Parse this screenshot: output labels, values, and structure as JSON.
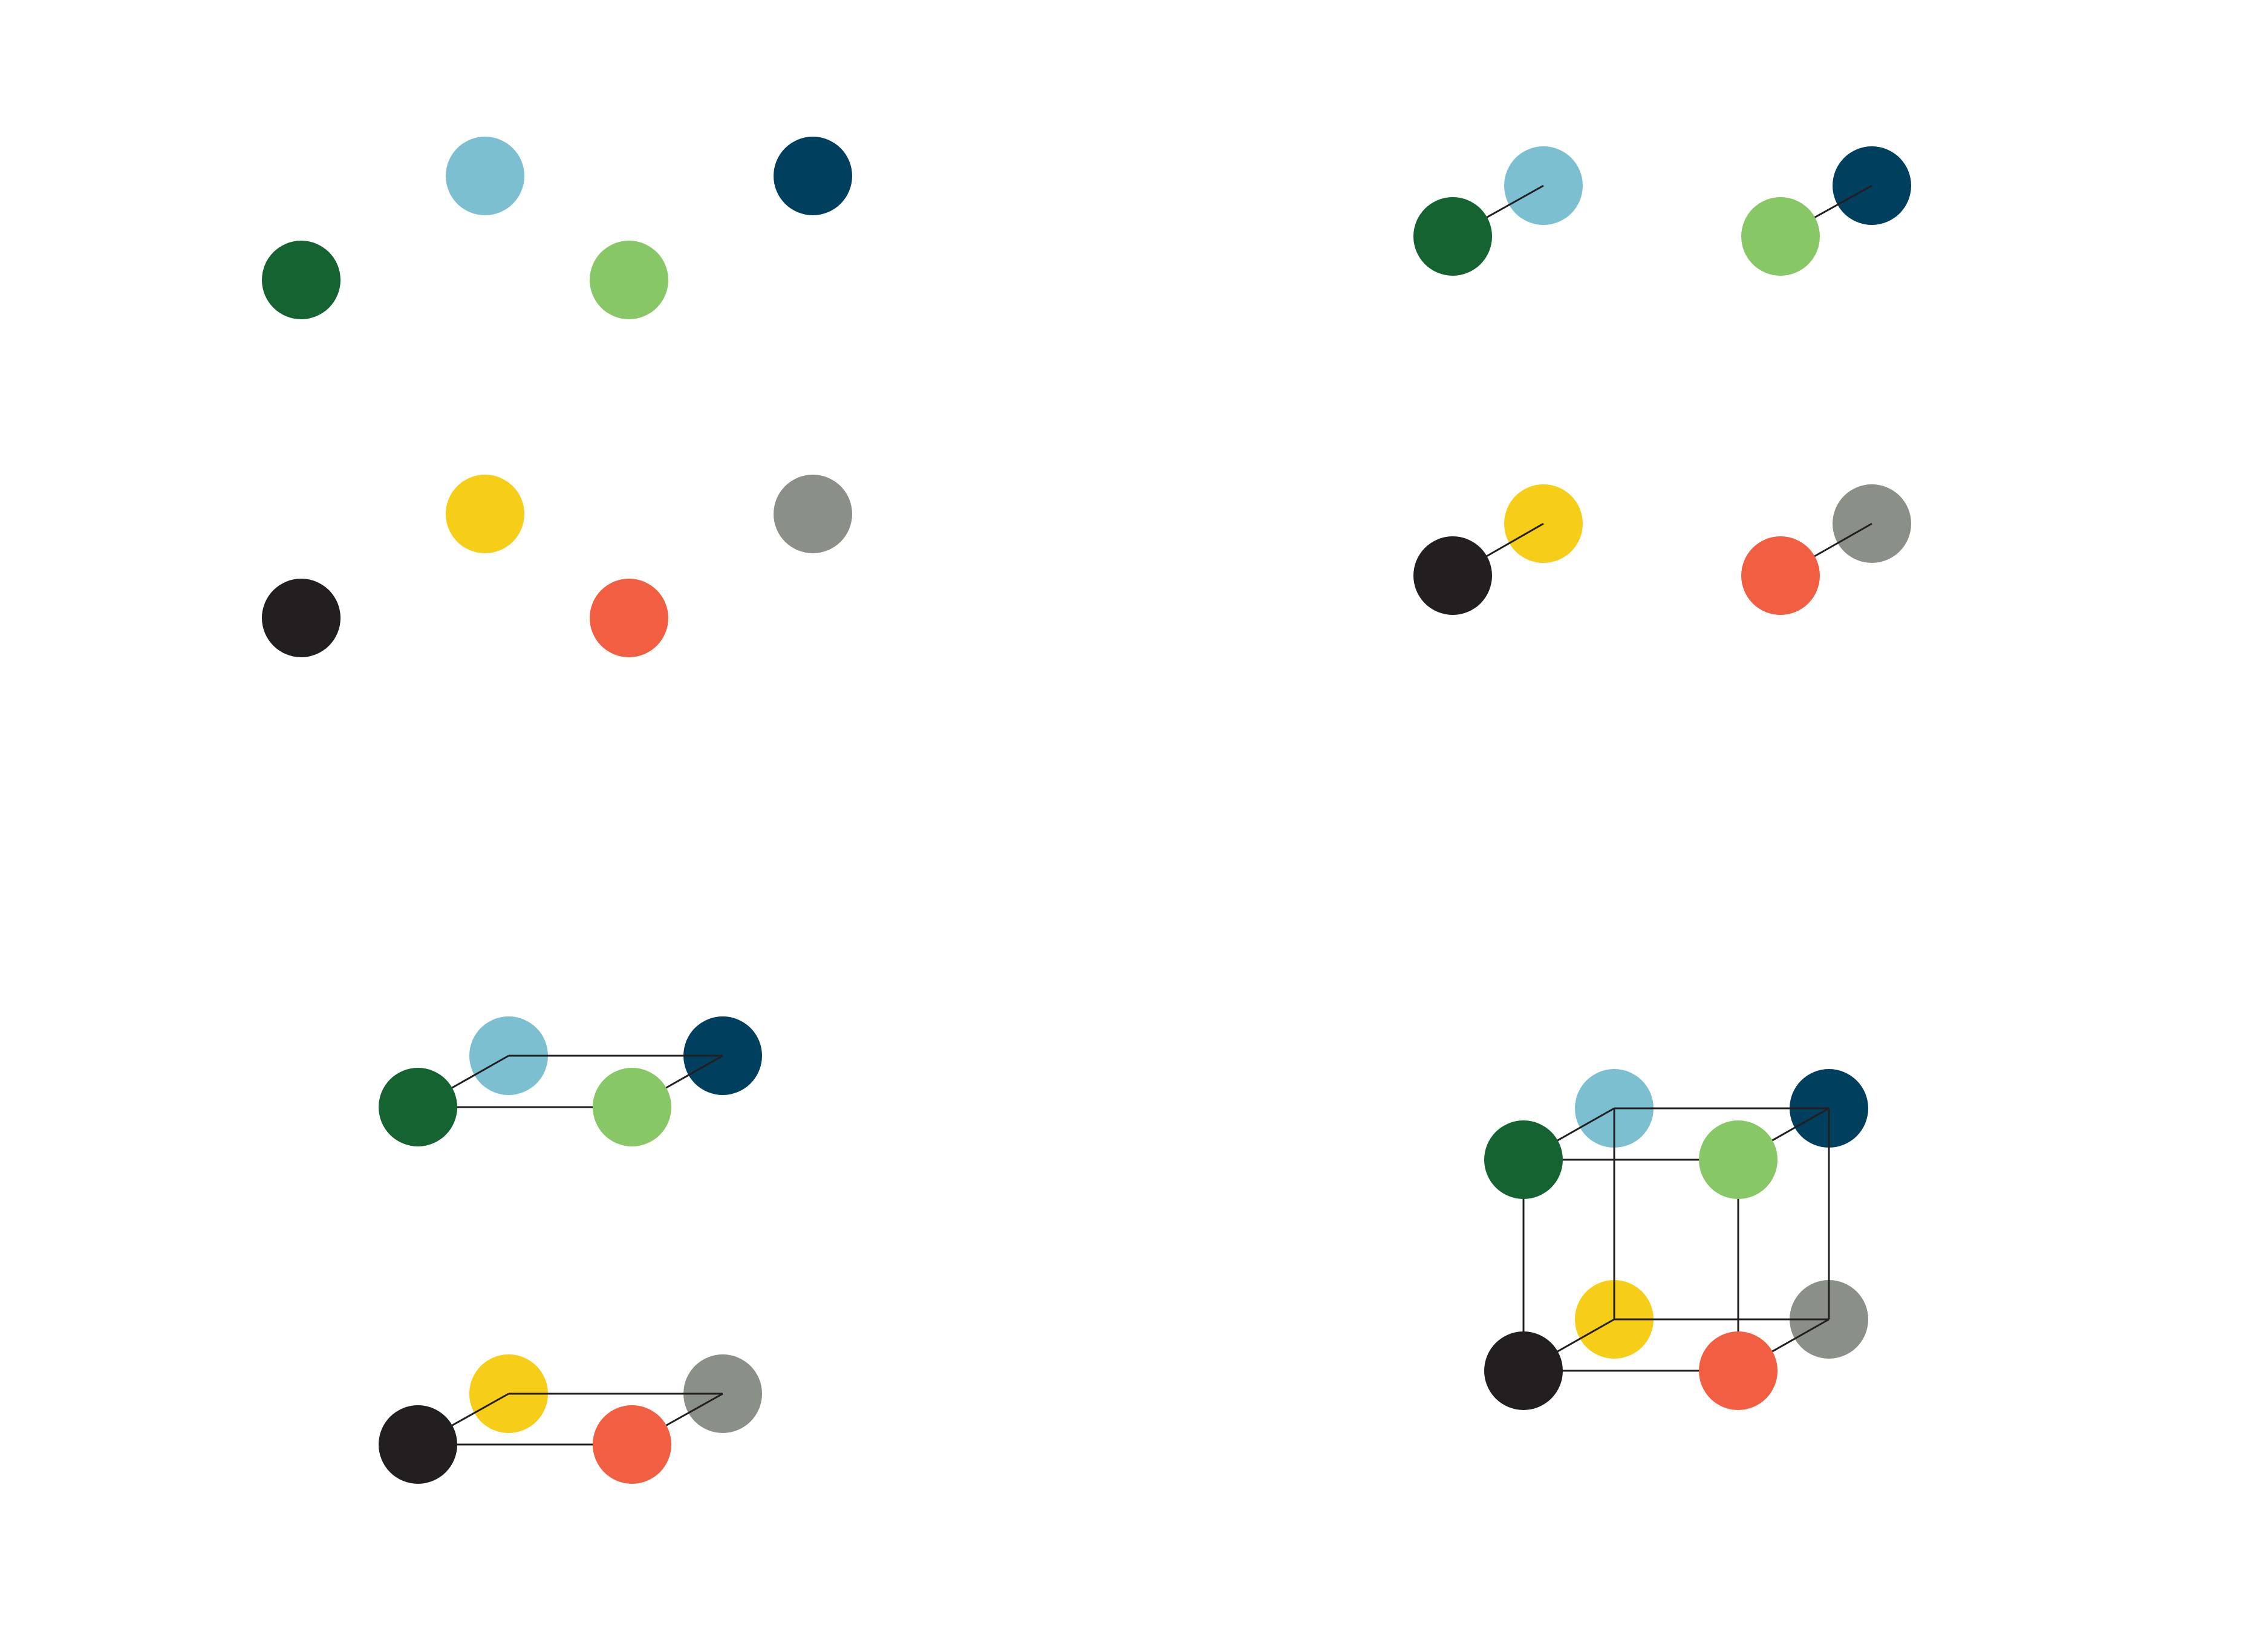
{
  "colors": {
    "dark-green": "#146331",
    "light-blue": "#7bbfd1",
    "navy": "#003f5e",
    "light-green": "#88c766",
    "yellow": "#f6cd17",
    "gray": "#8a8f87",
    "black": "#231f20",
    "orange-red": "#f15e41",
    "edge": "#231f20"
  },
  "node_order": [
    "dark-green",
    "light-blue",
    "light-green",
    "navy",
    "black",
    "yellow",
    "orange-red",
    "gray"
  ],
  "stages": [
    {
      "id": "isolated-points",
      "description_edges": []
    },
    {
      "id": "joined-pairs",
      "description_edges": [
        [
          "dark-green",
          "light-blue"
        ],
        [
          "light-green",
          "navy"
        ],
        [
          "black",
          "yellow"
        ],
        [
          "orange-red",
          "gray"
        ]
      ]
    },
    {
      "id": "joined-squares",
      "description_edges": [
        [
          "dark-green",
          "light-blue"
        ],
        [
          "light-green",
          "navy"
        ],
        [
          "dark-green",
          "light-green"
        ],
        [
          "light-blue",
          "navy"
        ],
        [
          "black",
          "yellow"
        ],
        [
          "orange-red",
          "gray"
        ],
        [
          "black",
          "orange-red"
        ],
        [
          "yellow",
          "gray"
        ]
      ]
    },
    {
      "id": "joined-cube",
      "description_edges": [
        [
          "dark-green",
          "light-blue"
        ],
        [
          "light-green",
          "navy"
        ],
        [
          "dark-green",
          "light-green"
        ],
        [
          "light-blue",
          "navy"
        ],
        [
          "black",
          "yellow"
        ],
        [
          "orange-red",
          "gray"
        ],
        [
          "black",
          "orange-red"
        ],
        [
          "yellow",
          "gray"
        ],
        [
          "dark-green",
          "black"
        ],
        [
          "light-blue",
          "yellow"
        ],
        [
          "light-green",
          "orange-red"
        ],
        [
          "navy",
          "gray"
        ]
      ]
    }
  ]
}
